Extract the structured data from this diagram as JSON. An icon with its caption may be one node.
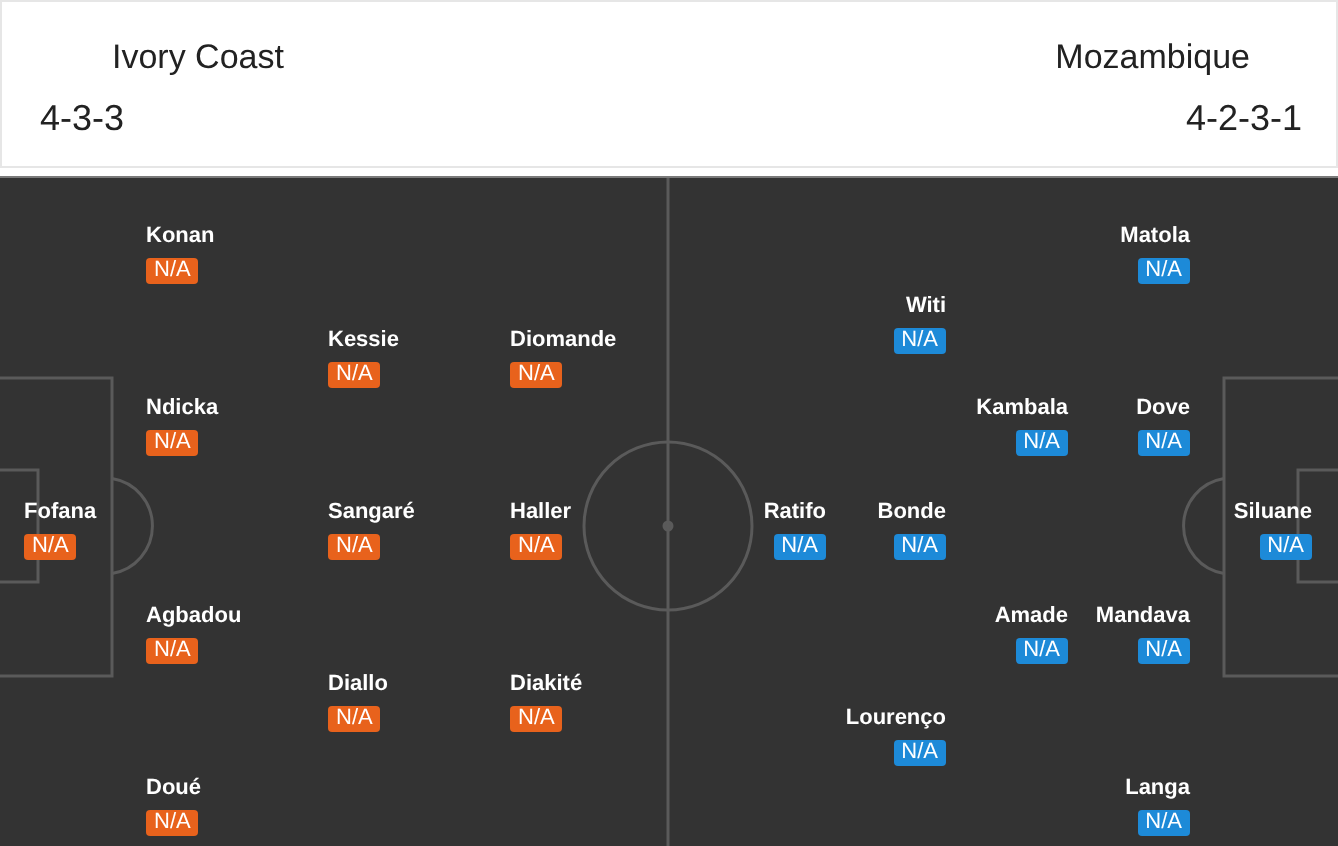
{
  "diagram": {
    "nodes": [
      {
        "text": [
          "Ivory Coast",
          "Mozambique",
          "4-3-3",
          "4-2-3-1"
        ]
      },
      {
        "text": [
          "N/A"
        ],
        "beside": [
          "Fofana"
        ]
      },
      {
        "text": [
          "N/A"
        ],
        "beside": [
          "Konan"
        ]
      },
      {
        "text": [
          "N/A"
        ],
        "beside": [
          "Ndicka"
        ]
      },
      {
        "text": [
          "N/A"
        ],
        "beside": [
          "Agbadou"
        ]
      },
      {
        "text": [
          "N/A"
        ],
        "beside": [
          "Doué"
        ]
      },
      {
        "text": [
          "N/A"
        ],
        "beside": [
          "Kessie"
        ]
      },
      {
        "text": [
          "N/A"
        ],
        "beside": [
          "Sangaré"
        ]
      },
      {
        "text": [
          "N/A"
        ],
        "beside": [
          "Diallo"
        ]
      },
      {
        "text": [
          "N/A"
        ],
        "beside": [
          "Diomande"
        ]
      },
      {
        "text": [
          "N/A"
        ],
        "beside": [
          "Haller"
        ]
      },
      {
        "text": [
          "N/A"
        ],
        "beside": [
          "Diakité"
        ]
      },
      {
        "text": [
          "N/A"
        ],
        "beside": [
          "Ratifo"
        ]
      },
      {
        "text": [
          "N/A"
        ],
        "beside": [
          "Witi"
        ]
      },
      {
        "text": [
          "N/A"
        ],
        "beside": [
          "Bonde"
        ]
      },
      {
        "text": [
          "N/A"
        ],
        "beside": [
          "Lourenço"
        ]
      },
      {
        "text": [
          "N/A"
        ],
        "beside": [
          "Kambala"
        ]
      },
      {
        "text": [
          "N/A"
        ],
        "beside": [
          "Amade"
        ]
      },
      {
        "text": [
          "N/A"
        ],
        "beside": [
          "Matola"
        ]
      },
      {
        "text": [
          "N/A"
        ],
        "beside": [
          "Dove"
        ]
      },
      {
        "text": [
          "N/A"
        ],
        "beside": [
          "Mandava"
        ]
      },
      {
        "text": [
          "N/A"
        ],
        "beside": [
          "Langa"
        ]
      },
      {
        "text": [
          "N/A"
        ],
        "beside": [
          "Siluane"
        ]
      }
    ]
  }
}
